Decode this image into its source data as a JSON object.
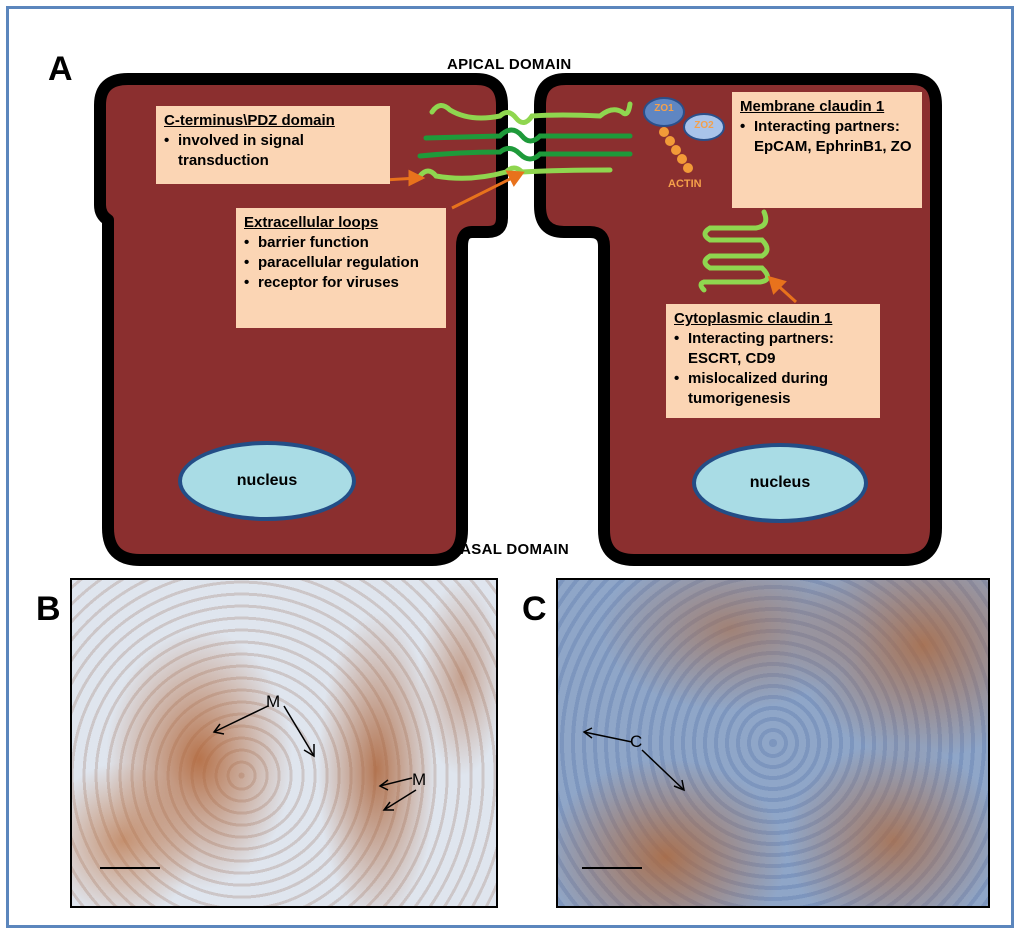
{
  "panels": {
    "a": "A",
    "b": "B",
    "c": "C"
  },
  "domains": {
    "apical": "APICAL DOMAIN",
    "basal": "BASAL DOMAIN"
  },
  "nucleus_label": "nucleus",
  "callouts": {
    "cterm": {
      "title": "C-terminus\\PDZ domain",
      "items": [
        "involved in signal transduction"
      ]
    },
    "extracellular": {
      "title": "Extracellular loops",
      "items": [
        "barrier function",
        "paracellular regulation",
        "receptor for viruses"
      ]
    },
    "membrane": {
      "title": "Membrane claudin 1",
      "items": [
        "Interacting partners: EpCAM, EphrinB1, ZO"
      ]
    },
    "cytoplasmic": {
      "title": "Cytoplasmic claudin 1",
      "items": [
        "Interacting partners: ESCRT, CD9",
        "mislocalized during tumorigenesis"
      ]
    }
  },
  "proteins": {
    "zo1": "ZO1",
    "zo2": "ZO2",
    "actin": "ACTIN"
  },
  "micro_labels": {
    "b1": "M",
    "b2": "M",
    "c1": "C"
  },
  "colors": {
    "cell": "#8b2f2f",
    "callout": "#fbd5b4",
    "nucleus": "#a9dce5",
    "claudin_dark": "#1e9a3a",
    "claudin_light": "#8fd64f",
    "arrow": "#e8721c",
    "zo": "#6a8fc9"
  }
}
